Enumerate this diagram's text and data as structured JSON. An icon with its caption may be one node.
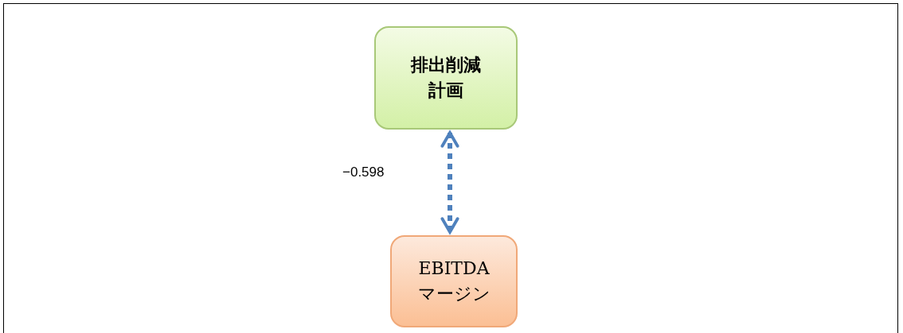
{
  "diagram": {
    "nodes": [
      {
        "text": [
          "排出削減計画"
        ]
      },
      {
        "text": [
          "EBITDA マージン"
        ]
      }
    ],
    "edges": [
      {
        "from": 0,
        "to": 1,
        "arrow": "both",
        "style": "dashed",
        "label": "−0.598"
      }
    ]
  }
}
